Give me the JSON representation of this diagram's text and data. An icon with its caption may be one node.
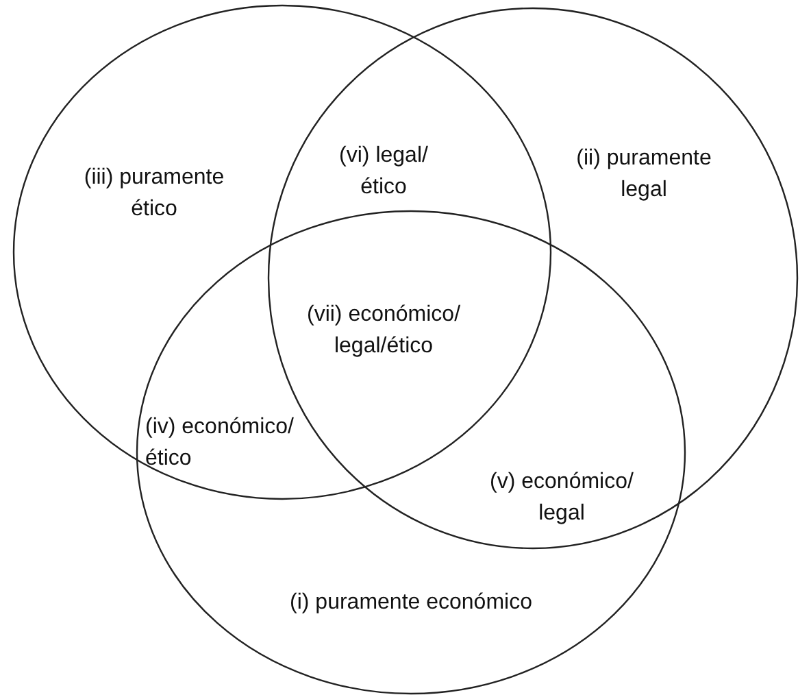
{
  "diagram": {
    "labels": [
      "(iii) puramente ético",
      "(vi) legal/ ético",
      "(ii) puramente legal",
      "(vii) económico/ legal/ético",
      "(iv) económico/ ético",
      "(v) económico/ legal",
      "(i) puramente económico"
    ]
  }
}
